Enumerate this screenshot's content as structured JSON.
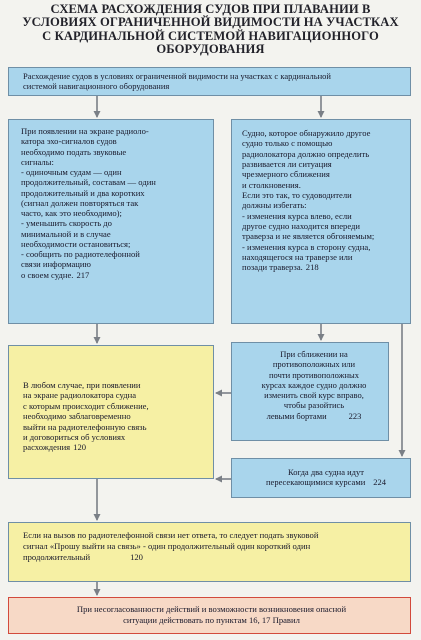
{
  "title": {
    "lines": [
      "СХЕМА РАСХОЖДЕНИЯ СУДОВ ПРИ ПЛАВАНИИ В",
      "УСЛОВИЯХ ОГРАНИЧЕННОЙ ВИДИМОСТИ НА УЧАСТКАХ",
      "С КАРДИНАЛЬНОЙ СИСТЕМОЙ НАВИГАЦИОННОГО",
      "ОБОРУДОВАНИЯ"
    ]
  },
  "top_box": {
    "lines": [
      "Расхождение судов в условиях ограниченной видимости на участках с кардинальной",
      "системой навигационного оборудования"
    ]
  },
  "left_box": {
    "lines": [
      "При появлении на экране радиоло-",
      "катора эхо-сигналов судов",
      "необходимо подать звуковые",
      "сигналы:",
      "- одиночным судам — один",
      "продолжительный, составам — один",
      "продолжительный и два коротких",
      "(сигнал должен повторяться так",
      "часто, как это необходимо);",
      "- уменьшить скорость до",
      "минимальной и в случае",
      "необходимости остановиться;",
      "- сообщить по радиотелефонной",
      "связи информацию",
      "о своем судне."
    ],
    "ref": "217"
  },
  "right_box": {
    "lines": [
      "Судно, которое обнаружило другое",
      "судно только с помощью",
      "радиолокатора должно определить",
      "развивается ли ситуация",
      "чрезмерного сближения",
      "и столкновения.",
      "Если это так, то судоводители",
      "должны избегать:",
      "- изменения курса влево, если",
      "другое судно находится впереди",
      "траверза и не является обгоняемым;",
      "- изменения курса в сторону судна,",
      "находящегося на траверзе или",
      "позади траверза."
    ],
    "ref": "218"
  },
  "yellow_box": {
    "lines": [
      "В любом случае, при появлении",
      "на экране радиолокатора судна",
      "с которым происходит сближение,",
      "необходимо заблаговременно",
      "выйти на радиотелефонную связь",
      "и договориться об условиях",
      "расхождения"
    ],
    "ref": "120"
  },
  "meeting_box": {
    "lines": [
      "При сближении на",
      "противоположных или",
      "почти противоположных",
      "курсах каждое судно должно",
      "изменить свой курс вправо,",
      "чтобы разойтись",
      "левыми бортами"
    ],
    "ref": "223"
  },
  "crossing_box": {
    "lines": [
      "Когда два судна идут",
      "пересекающимися курсами"
    ],
    "ref": "224"
  },
  "no_answer_box": {
    "lines": [
      "Если на вызов по радиотелефонной связи нет ответа, то следует подать звуковой",
      "сигнал «Прошу выйти на связь» - один продолжительный один короткий один",
      "продолжительный"
    ],
    "ref": "120"
  },
  "danger_box": {
    "lines": [
      "При несогласованности действий и возможности возникновения опасной",
      "ситуации действовать по пунктам 16, 17 Правил"
    ]
  },
  "colors": {
    "blue_fill": "#a9d5ec",
    "yellow_fill": "#f6f0a4",
    "pink_fill": "#f7d9c6",
    "pink_border": "#d24a3c",
    "arrow": "#7a7f86"
  }
}
